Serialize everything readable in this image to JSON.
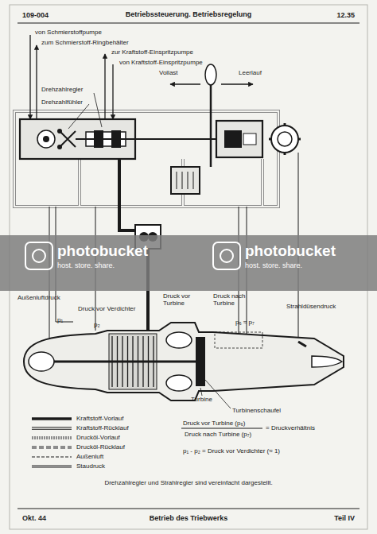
{
  "diagram": {
    "title": "Betriebssteuerung. Betriebsregelung",
    "caption": "Drehzahlregler und Strahlregler sind vereinfacht dargestellt.",
    "labels": [
      "109-004",
      "12.35",
      "von Schmierstoffpumpe",
      "zum Schmierstoff-Ringbehälter",
      "zur Kraftstoff-Einspritzpumpe",
      "von Kraftstoff-Einspritzpumpe",
      "Vollast",
      "Leerlauf",
      "Drehzahlregler",
      "Drehzahlfühler",
      "photobucket",
      "host. store. share.",
      "photobucket",
      "host. store. share.",
      "Außenluftdruck",
      "Druck vor Verdichter",
      "p₁",
      "p₂",
      "Druck vor Turbine",
      "Druck nach Turbine",
      "Strahldüsendruck",
      "p₆ ≈ p₇",
      "Turbine",
      "Turbinenschaufel",
      "Druck vor Turbine (p₆)",
      "Druck nach Turbine (p₇)",
      "= Druckverhältnis",
      "p₁ - p₂ = Druck vor Verdichter (≈ 1)",
      "Okt. 44",
      "Betrieb des Triebwerks",
      "Teil IV"
    ],
    "legend": [
      {
        "text": "Kraftstoff-Vorlauf"
      },
      {
        "text": "Kraftstoff-Rücklauf"
      },
      {
        "text": "Drucköl-Vorlauf"
      },
      {
        "text": "Drucköl-Rücklauf"
      },
      {
        "text": "Außenluft"
      },
      {
        "text": "Staudruck"
      }
    ]
  }
}
